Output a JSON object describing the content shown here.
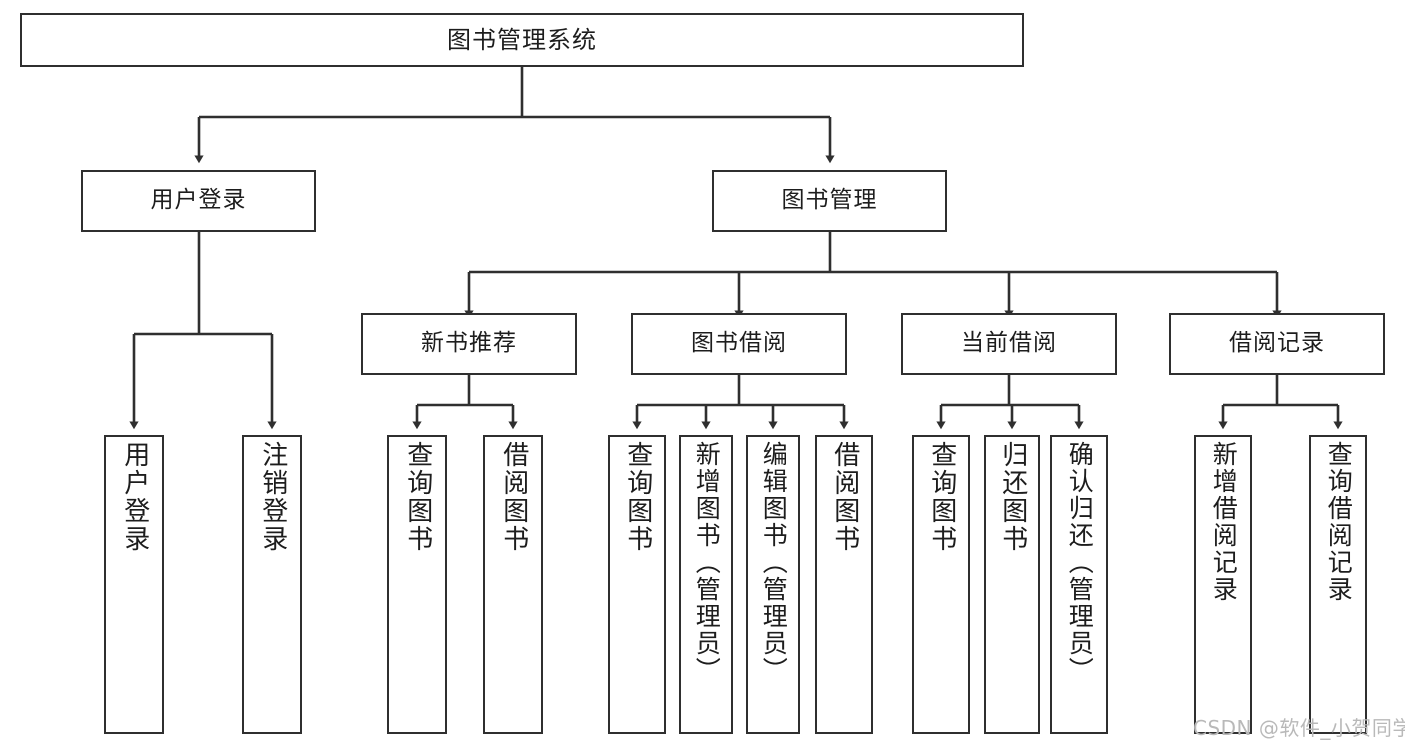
{
  "diagram": {
    "title": "图书管理系统",
    "type": "tree-hierarchy-chart",
    "colors": {
      "node_border": "#2f2f2f",
      "node_fill": "#ffffff",
      "edge": "#2f2f2f",
      "text": "#1d1d1d",
      "watermark": "#b9b9b9",
      "background": "#ffffff"
    },
    "root": {
      "label": "图书管理系统"
    },
    "level2": [
      {
        "id": "user-login",
        "label": "用户登录"
      },
      {
        "id": "book-management",
        "label": "图书管理"
      }
    ],
    "level3": [
      {
        "id": "new-book-recommend",
        "label": "新书推荐"
      },
      {
        "id": "book-borrow",
        "label": "图书借阅"
      },
      {
        "id": "current-borrow",
        "label": "当前借阅"
      },
      {
        "id": "borrow-record",
        "label": "借阅记录"
      }
    ],
    "leaves": {
      "user_login": [
        {
          "id": "leaf-user-login",
          "label": "用户登录"
        },
        {
          "id": "leaf-logout-login",
          "label": "注销登录"
        }
      ],
      "new_book_recommend": [
        {
          "id": "leaf-query-book-1",
          "label": "查询图书"
        },
        {
          "id": "leaf-borrow-book-1",
          "label": "借阅图书"
        }
      ],
      "book_borrow": [
        {
          "id": "leaf-query-book-2",
          "label": "查询图书"
        },
        {
          "id": "leaf-add-book",
          "label": "新增图书（管理员）"
        },
        {
          "id": "leaf-edit-book",
          "label": "编辑图书（管理员）"
        },
        {
          "id": "leaf-borrow-book-2",
          "label": "借阅图书"
        }
      ],
      "current_borrow": [
        {
          "id": "leaf-query-book-3",
          "label": "查询图书"
        },
        {
          "id": "leaf-return-book",
          "label": "归还图书"
        },
        {
          "id": "leaf-confirm-return",
          "label": "确认归还（管理员）"
        }
      ],
      "borrow_record": [
        {
          "id": "leaf-add-borrow-record",
          "label": "新增借阅记录"
        },
        {
          "id": "leaf-query-borrow-record",
          "label": "查询借阅记录"
        }
      ]
    }
  },
  "watermark": {
    "text": "CSDN @软件_小贺同学"
  }
}
